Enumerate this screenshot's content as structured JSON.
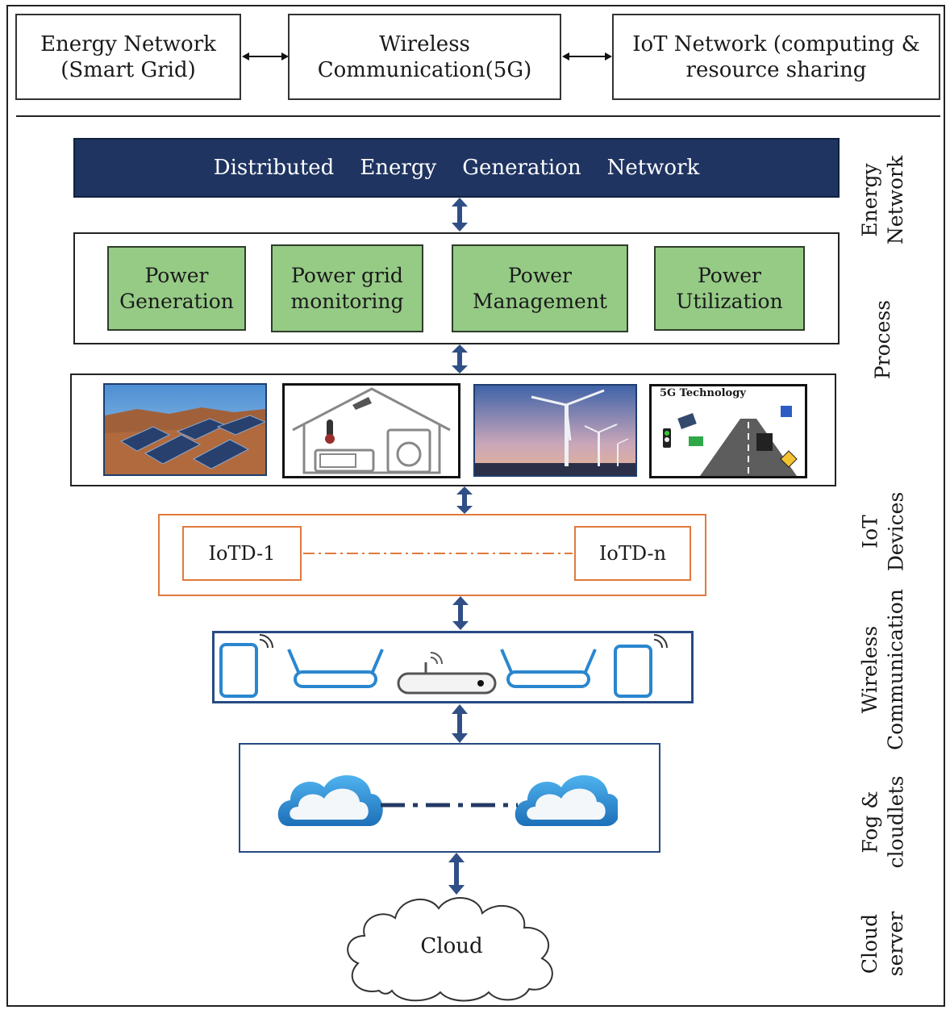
{
  "top": {
    "energy_network": "Energy Network\n(Smart Grid)",
    "wireless": "Wireless\nCommunication(5G)",
    "iot_network": "IoT Network (computing &\nresource sharing"
  },
  "banner": {
    "words": [
      "Distributed",
      "Energy",
      "Generation",
      "Network"
    ]
  },
  "process": {
    "items": [
      "Power\nGeneration",
      "Power grid\nmonitoring",
      "Power\nManagement",
      "Power\nUtilization"
    ]
  },
  "images": {
    "tech_label": "5G Technology"
  },
  "iot": {
    "first": "IoTD-1",
    "last": "IoTD-n"
  },
  "cloud": {
    "label": "Cloud"
  },
  "side_labels": {
    "energy_network": "Energy\nNetwork",
    "process": "Process",
    "iot_devices": "IoT\nDevices",
    "wireless": "Wireless\nCommunication",
    "fog": "Fog &\ncloudlets",
    "cloud": "Cloud\nserver"
  },
  "colors": {
    "banner": "#1f3461",
    "process_box": "#96cb86",
    "iot_border": "#e07a3e",
    "arrow": "#2f4f86",
    "cloud_blue": "#2a8fd6"
  }
}
